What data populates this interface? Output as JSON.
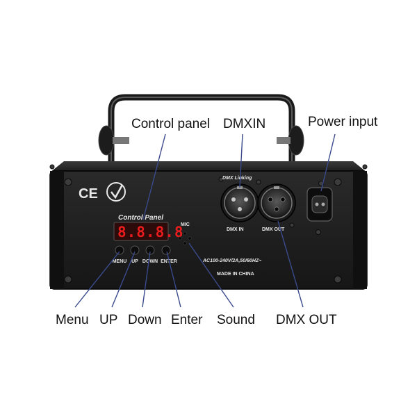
{
  "callouts": {
    "control_panel": "Control panel",
    "dmx_in": "DMXIN",
    "power_input": "Power input",
    "menu": "Menu",
    "up": "UP",
    "down": "Down",
    "enter": "Enter",
    "sound": "Sound",
    "dmx_out": "DMX OUT"
  },
  "device_printing": {
    "control_panel_title": "Control Panel",
    "display": "8.8.8.8",
    "mic": "MIC",
    "menu": "MENU",
    "up": "UP",
    "down": "DOWN",
    "enter": "ENTER",
    "dmx_linking": "DMX Linking",
    "dmx_in": "DMX IN",
    "dmx_out": "DMX OUT",
    "voltage": "AC100-240V/2A,50/60HZ~",
    "origin": "MADE IN CHINA",
    "ce_mark": "CE"
  },
  "colors": {
    "panel_face": "#1e1e1e",
    "panel_side": "#111111",
    "bracket": "#2a2a2a",
    "display_red": "#e81c1c",
    "leader_line": "#3a4a8c",
    "device_text": "#e8e8e8",
    "callout_text": "#111111"
  }
}
